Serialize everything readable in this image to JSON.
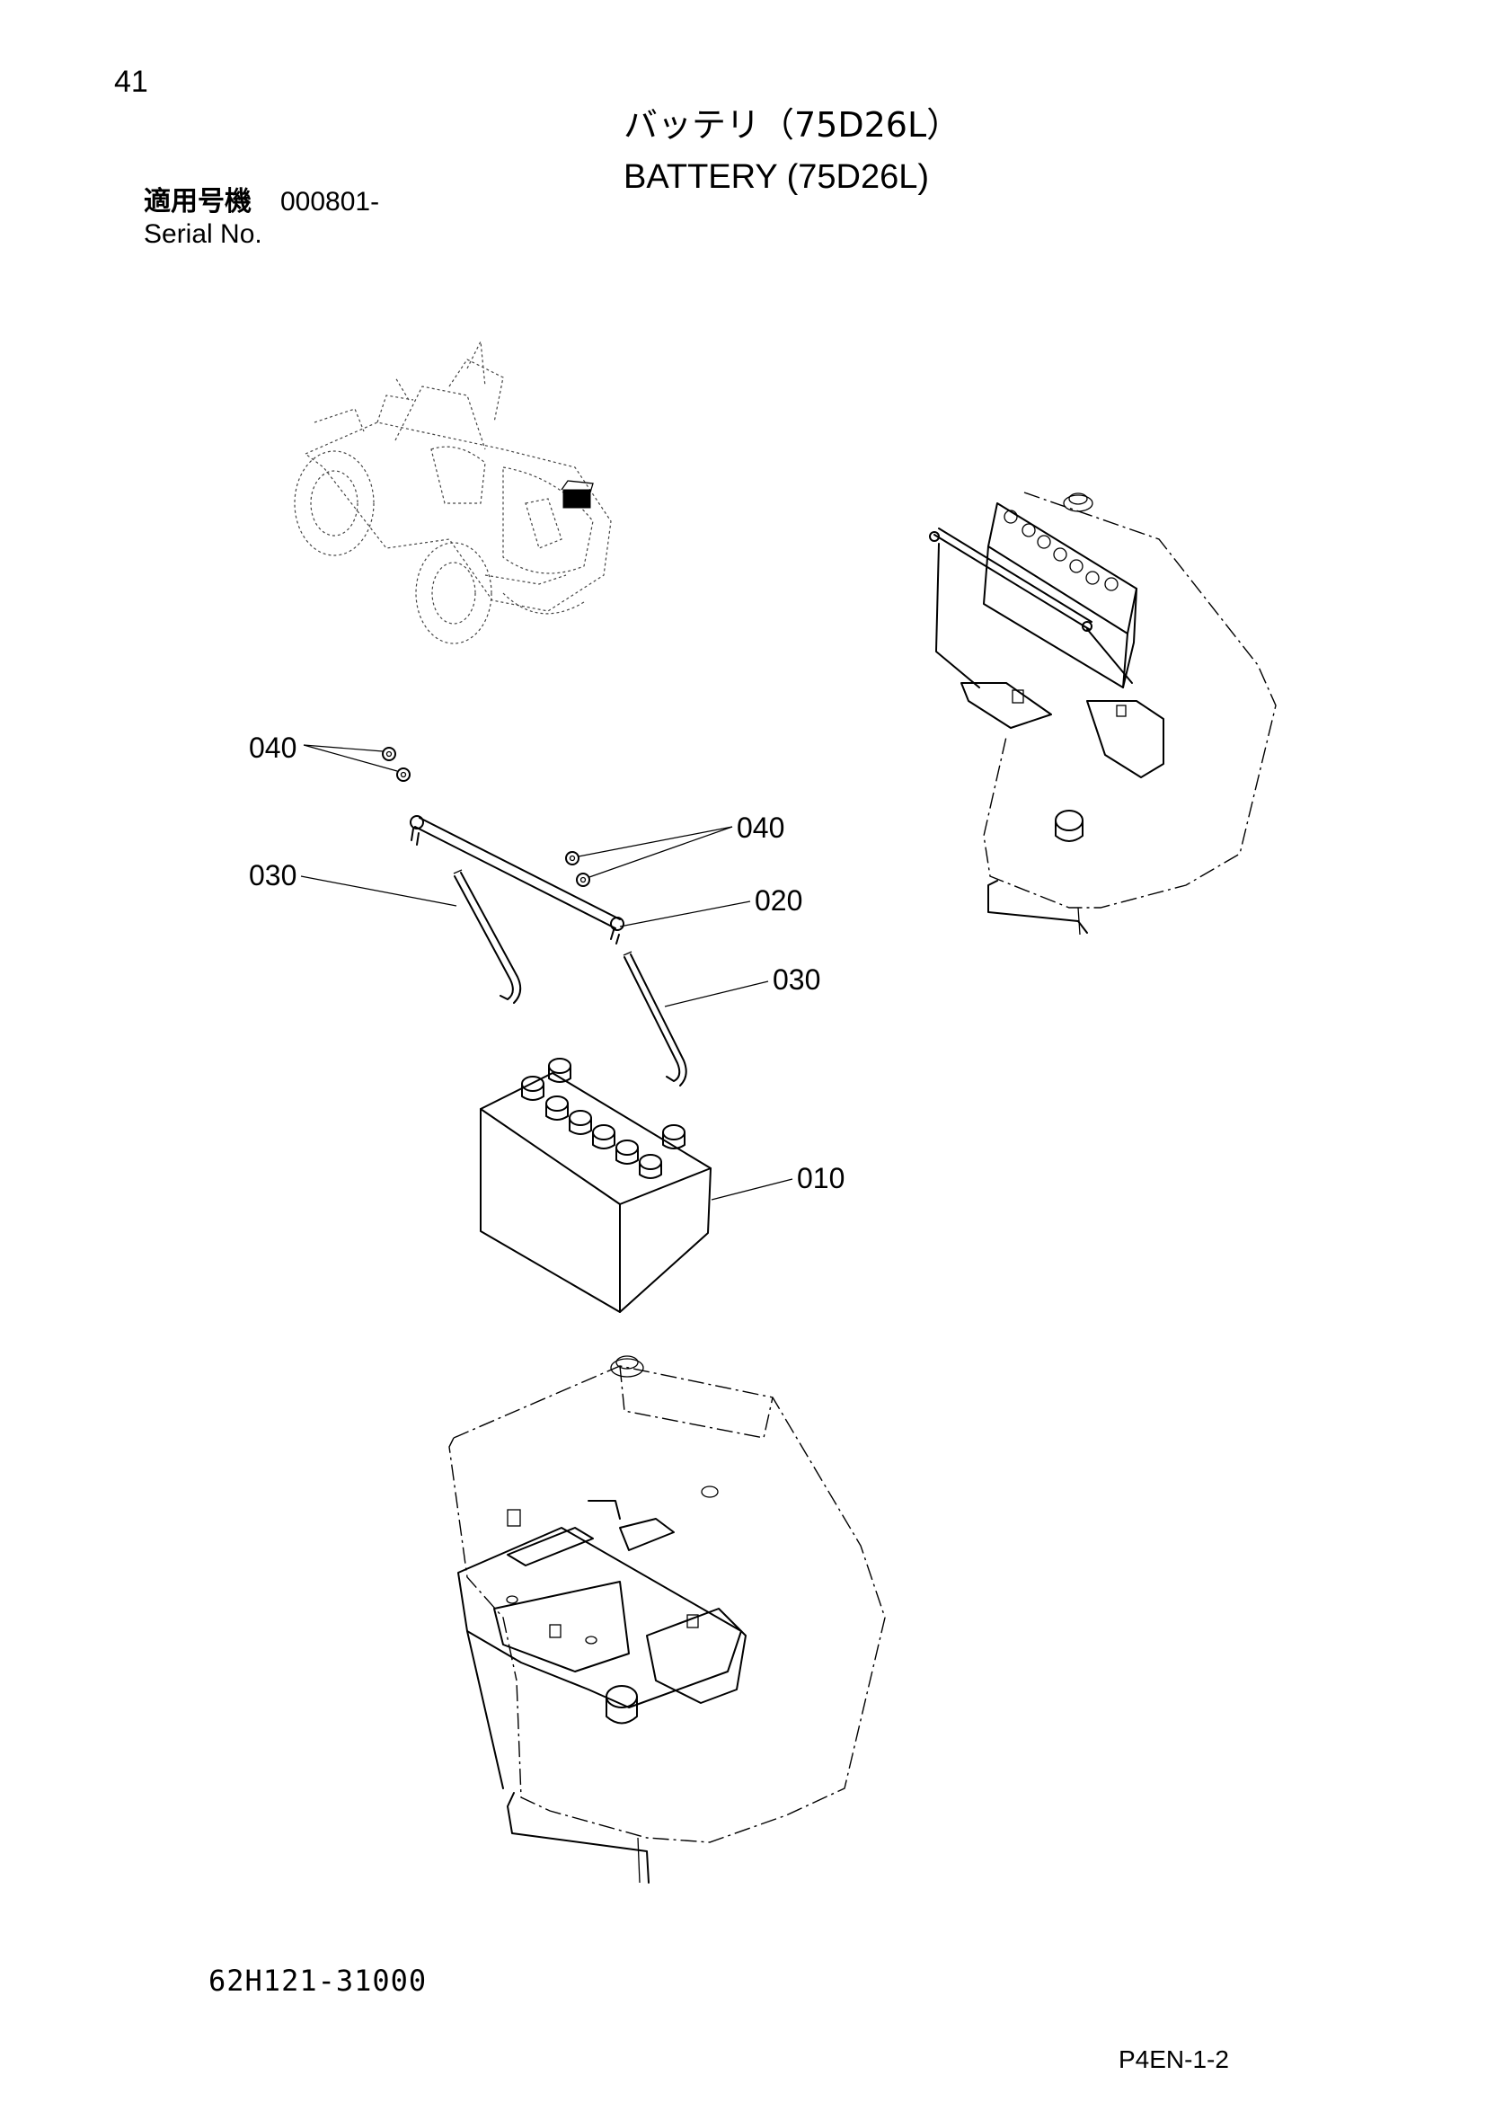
{
  "page": {
    "number": "41",
    "title_ja": "バッテリ（75D26L）",
    "title_en": "BATTERY (75D26L)",
    "serial": {
      "label_ja": "適用号機",
      "value": "000801-",
      "label_en": "Serial No."
    },
    "drawing_number": "62H121-31000",
    "page_code": "P4EN-1-2"
  },
  "callouts": [
    {
      "id": "c040a",
      "label": "040"
    },
    {
      "id": "c040b",
      "label": "040"
    },
    {
      "id": "c030a",
      "label": "030"
    },
    {
      "id": "c020",
      "label": "020"
    },
    {
      "id": "c030b",
      "label": "030"
    },
    {
      "id": "c010",
      "label": "010"
    }
  ]
}
